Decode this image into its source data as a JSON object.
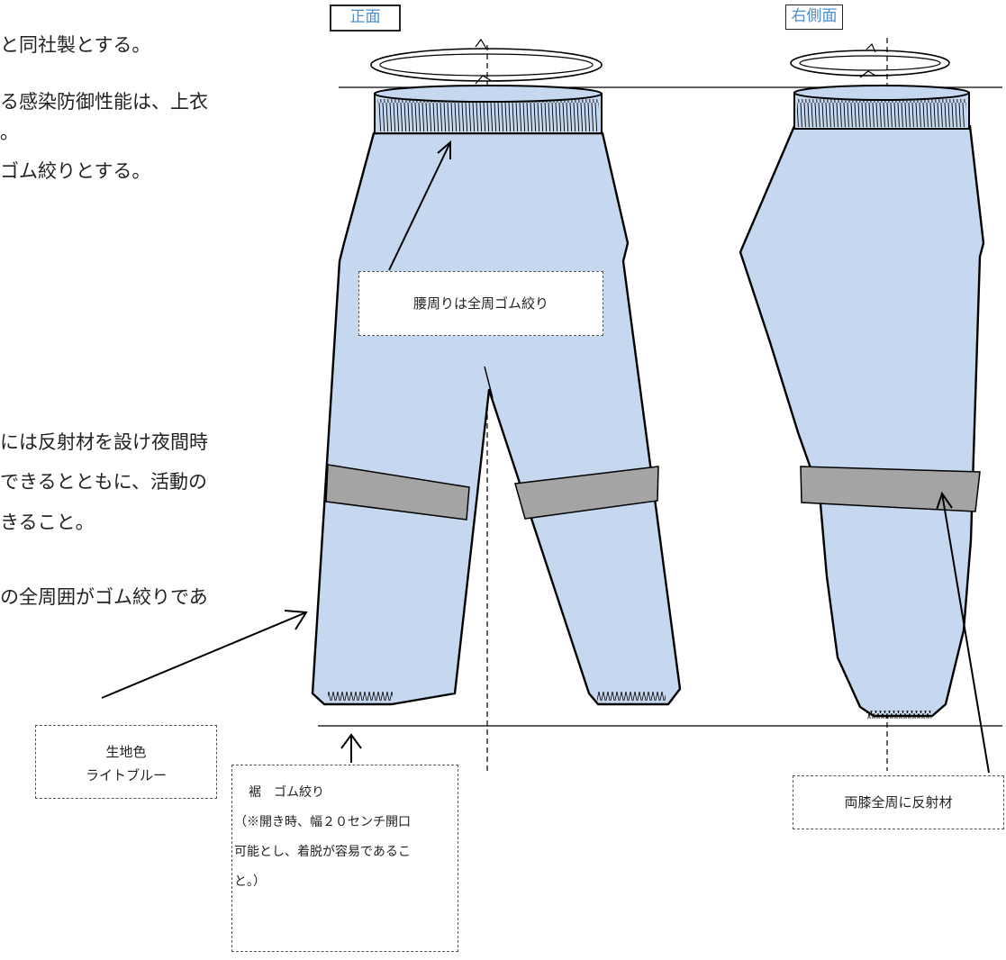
{
  "view_titles": {
    "front": "正面",
    "right_side": "右側面"
  },
  "left_text": [
    "と同社製とする。",
    "る感染防御性能は、上衣",
    "。",
    "ゴム絞りとする。",
    "には反射材を設け夜間時",
    "できるとともに、活動の",
    "きること。",
    "の全周囲がゴム絞りであ"
  ],
  "callouts": {
    "waist": "腰周りは全周ゴム絞り",
    "fabric_color": [
      "生地色",
      "ライトブルー"
    ],
    "hem": [
      "裾　ゴム絞り",
      "（※開き時、幅２０センチ開口",
      "可能とし、着脱が容易であるこ",
      "と。）"
    ],
    "knee": "両膝全周に反射材"
  },
  "colors": {
    "fabric": "#c6d8f0",
    "reflector": "#a4a4a4",
    "outline": "#000000",
    "title_text": "#4a8fd0"
  }
}
